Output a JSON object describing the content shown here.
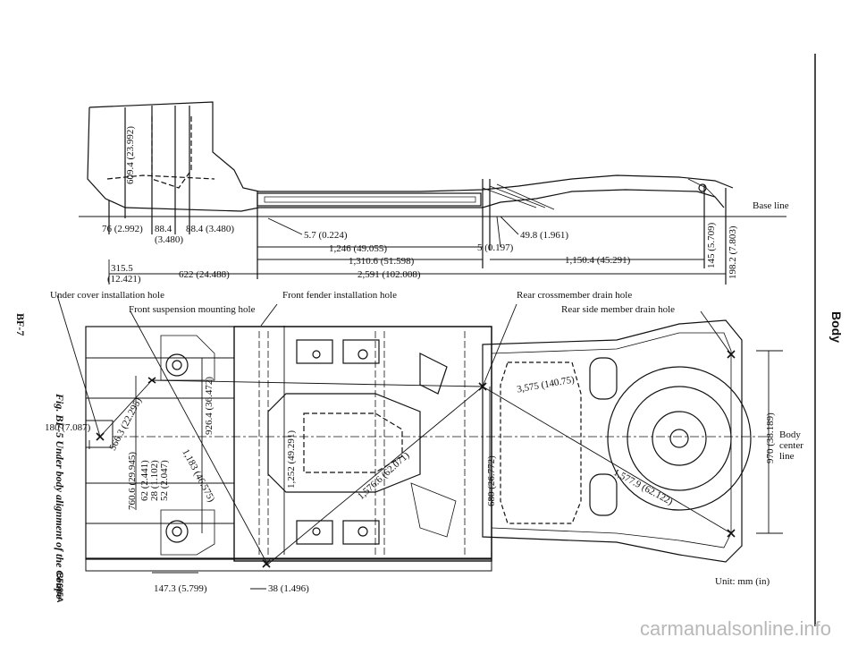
{
  "page": {
    "side_title": "Body",
    "page_number": "BF-7",
    "figure_code": "BF685A",
    "caption": "Fig. BF-5  Under body alignment of the Coupe",
    "watermark": "carmanualsonline.info"
  },
  "labels": {
    "base_line": "Base line",
    "body_center_line": "Body\ncenter\nline",
    "unit": "Unit:  mm (in)",
    "under_cover_hole": "Under cover installation hole",
    "front_susp_hole": "Front suspension mounting hole",
    "front_fender_hole": "Front fender installation hole",
    "rear_cross_drain": "Rear crossmember drain hole",
    "rear_side_drain": "Rear side member drain hole"
  },
  "dims": {
    "d609": "609.4 (23.992)",
    "d76": "76 (2.992)",
    "d884a": "88.4",
    "d884a_in": "(3.480)",
    "d884b": "88.4 (3.480)",
    "d57": "5.7 (0.224)",
    "d1246": "1,246 (49.055)",
    "d13106": "1,310.6 (51.598)",
    "d2591": "2,591 (102.008)",
    "d3155": "315.5",
    "d3155_in": "(12.421)",
    "d622": "622 (24.488)",
    "d498": "49.8 (1.961)",
    "d5": "5 (0.197)",
    "d11504": "1,150.4 (45.291)",
    "d145": "145 (5.709)",
    "d1982": "198.2 (7.803)",
    "d180": "180 (7.087)",
    "d5663": "566.3 (22.295)",
    "d7606": "760.6 (29.945)",
    "d62": "62 (2.441)",
    "d28": "28 (1.102)",
    "d52": "52 (2.047)",
    "d9264": "926.4 (36.472)",
    "d1252": "1,252 (49.291)",
    "d1183": "1,183 (46.575)",
    "d15766": "1,576.6 (62.071)",
    "d3575": "3,575 (140.75)",
    "d680": "680 (26.772)",
    "d970": "970 (38.189)",
    "d15779": "1,577.9 (62.122)",
    "d1473": "147.3 (5.799)",
    "d38": "38 (1.496)"
  }
}
